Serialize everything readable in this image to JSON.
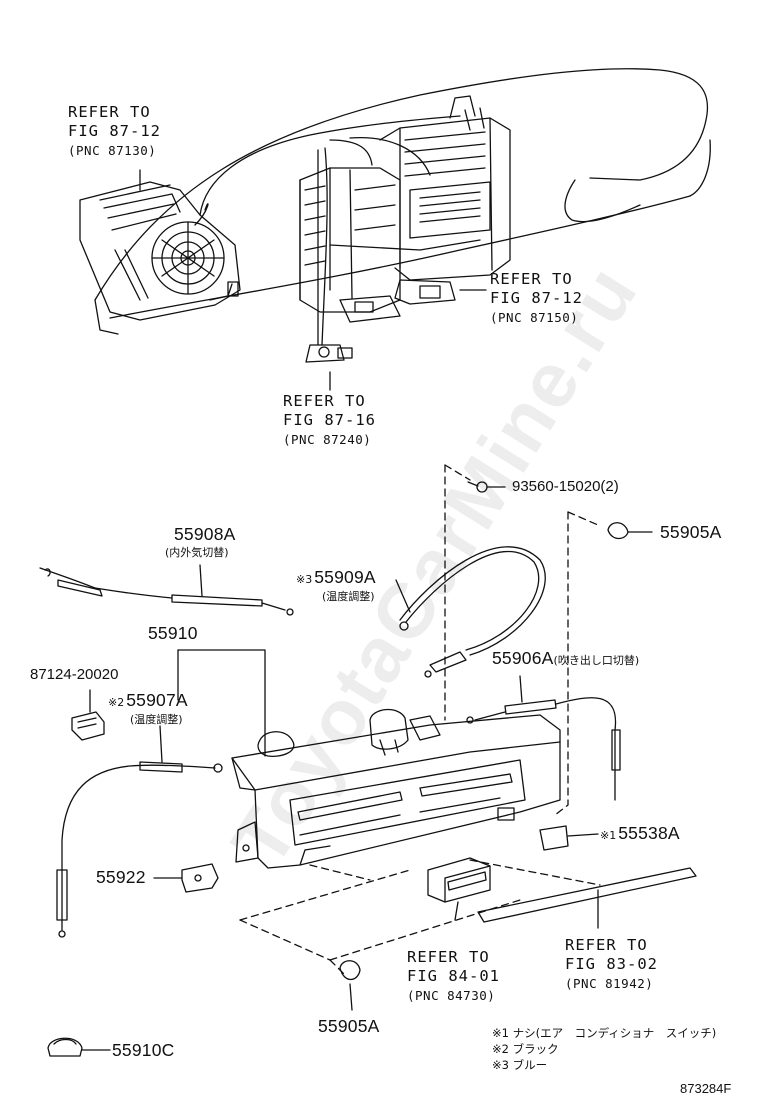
{
  "watermark": "ToyotaCarMine.ru",
  "refs": [
    {
      "line1": "REFER TO",
      "line2": "FIG 87-12",
      "line3": "(PNC 87130)"
    },
    {
      "line1": "REFER TO",
      "line2": "FIG 87-12",
      "line3": "(PNC 87150)"
    },
    {
      "line1": "REFER TO",
      "line2": "FIG 87-16",
      "line3": "(PNC 87240)"
    },
    {
      "line1": "REFER TO",
      "line2": "FIG 84-01",
      "line3": "(PNC 84730)"
    },
    {
      "line1": "REFER TO",
      "line2": "FIG 83-02",
      "line3": "(PNC 81942)"
    }
  ],
  "parts": {
    "p93560": "93560-15020(2)",
    "p55905A_top": "55905A",
    "p55908A": "55908A",
    "p55908A_sub": "(内外気切替)",
    "p55909A_mark": "※3",
    "p55909A": "55909A",
    "p55909A_sub": "(温度調整)",
    "p55910": "55910",
    "p87124": "87124-20020",
    "p55906A": "55906A",
    "p55906A_sub": "(吹き出し口切替)",
    "p55907A_mark": "※2",
    "p55907A": "55907A",
    "p55907A_sub": "(温度調整)",
    "p55538A_mark": "※1",
    "p55538A": "55538A",
    "p55922": "55922",
    "p55905A_bottom": "55905A",
    "p55910C": "55910C"
  },
  "notes": [
    "※1 ナシ(エア　コンディショナ　スイッチ)",
    "※2 ブラック",
    "※3 ブルー"
  ],
  "figure_code": "873284F"
}
